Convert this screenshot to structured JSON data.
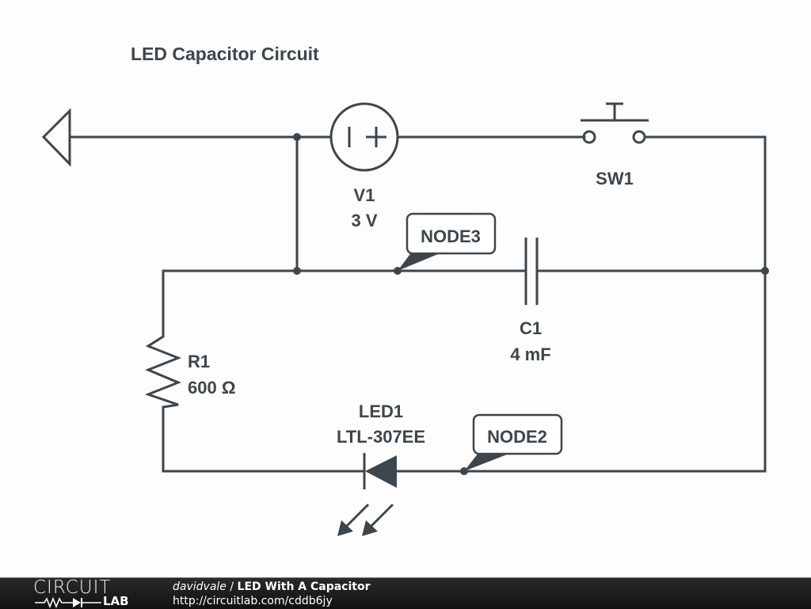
{
  "title": "LED Capacitor Circuit",
  "components": {
    "ground": {
      "type": "ground"
    },
    "v1": {
      "designator": "V1",
      "value": "3 V",
      "type": "voltage-source"
    },
    "sw1": {
      "designator": "SW1",
      "type": "pushbutton-switch"
    },
    "c1": {
      "designator": "C1",
      "value": "4 mF",
      "type": "capacitor"
    },
    "r1": {
      "designator": "R1",
      "value": "600 Ω",
      "type": "resistor"
    },
    "led1": {
      "designator": "LED1",
      "value": "LTL-307EE",
      "type": "led"
    }
  },
  "node_labels": {
    "node3": "NODE3",
    "node2": "NODE2"
  },
  "colors": {
    "ink": "#3d464d",
    "background": "#fdfdfd",
    "footer": "#1a1a1a"
  },
  "footer": {
    "logo_top": "CIRCUIT",
    "logo_bottom": "LAB",
    "author": "davidvale",
    "separator": " / ",
    "circuit_name": "LED With A Capacitor",
    "url": "http://circuitlab.com/cddb6jy"
  }
}
